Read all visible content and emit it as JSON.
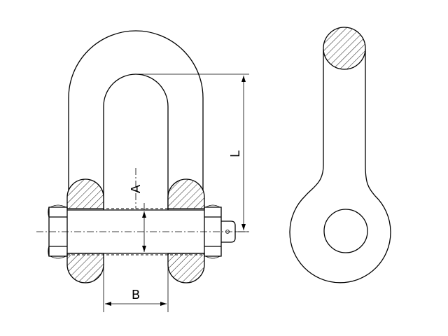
{
  "dimensions": {
    "length_label": "L",
    "pin_diameter_label": "A",
    "inner_width_label": "B"
  },
  "colors": {
    "line": "#000000",
    "background": "#ffffff"
  }
}
